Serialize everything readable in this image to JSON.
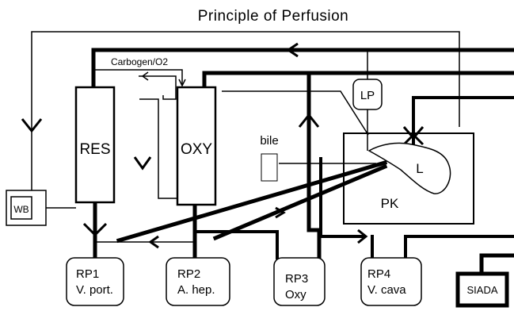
{
  "title": "Principle of Perfusion",
  "labels": {
    "carbogen": "Carbogen/O2",
    "res": "RES",
    "oxy": "OXY",
    "lp": "LP",
    "bile": "bile",
    "liver": "L",
    "pk": "PK",
    "wb": "WB",
    "siada": "SIADA"
  },
  "pumps": [
    {
      "id": "RP1",
      "line1": "RP1",
      "line2": "V. port."
    },
    {
      "id": "RP2",
      "line1": "RP2",
      "line2": "A. hep."
    },
    {
      "id": "RP3",
      "line1": "RP3",
      "line2": "Oxy"
    },
    {
      "id": "RP4",
      "line1": "RP4",
      "line2": "V. cava"
    }
  ]
}
